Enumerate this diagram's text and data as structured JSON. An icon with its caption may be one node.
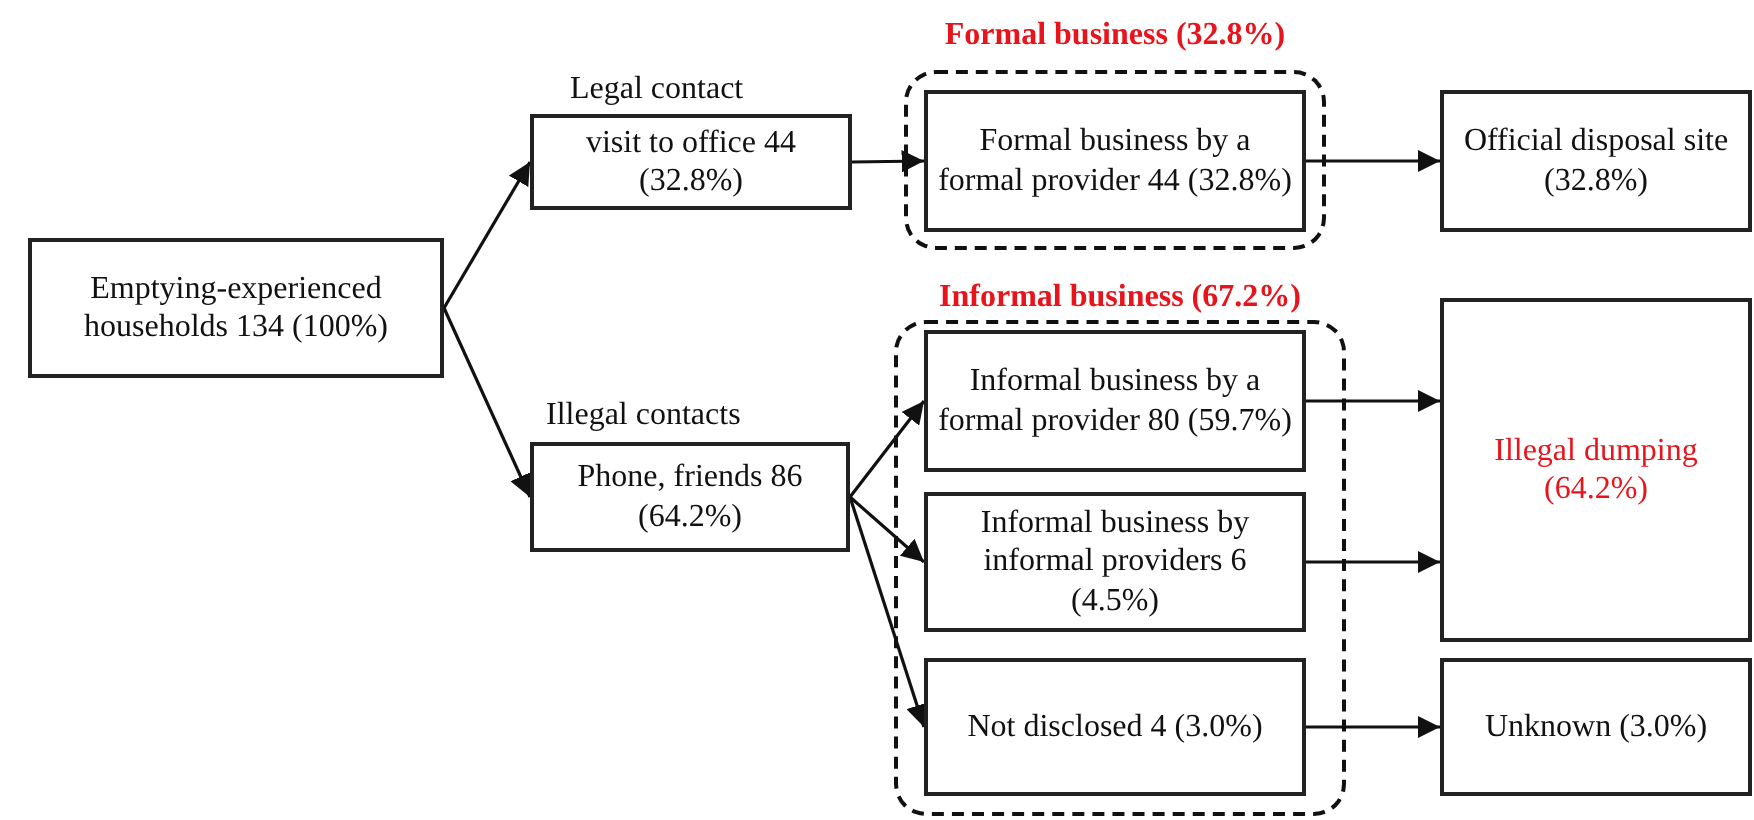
{
  "diagram": {
    "nodes": [
      {
        "text": [
          "Emptying-experienced households 134 (100%)"
        ]
      },
      {
        "text": [
          "Legal contact",
          "visit to office 44 (32.8%)"
        ]
      },
      {
        "text": [
          "Illegal contacts",
          "Phone, friends 86 (64.2%)"
        ]
      },
      {
        "text": [
          "Formal business (32.8%)"
        ]
      },
      {
        "text": [
          "Formal business by a formal provider 44 (32.8%)"
        ],
        "in": 3
      },
      {
        "text": [
          "Official disposal site (32.8%)"
        ]
      },
      {
        "text": [
          "Informal business (67.2%)"
        ]
      },
      {
        "text": [
          "Informal business by a formal provider 80 (59.7%)"
        ],
        "in": 6
      },
      {
        "text": [
          "Informal business by informal providers 6 (4.5%)"
        ],
        "in": 6
      },
      {
        "text": [
          "Not disclosed 4 (3.0%)"
        ],
        "in": 6
      },
      {
        "text": [
          "Illegal dumping (64.2%)"
        ]
      },
      {
        "text": [
          "Unknown (3.0%)"
        ]
      }
    ],
    "edges": [
      {
        "from": 0,
        "to": 1,
        "arrow": "to"
      },
      {
        "from": 0,
        "to": 2,
        "arrow": "to"
      },
      {
        "from": 1,
        "to": 4,
        "arrow": "to"
      },
      {
        "from": 4,
        "to": 5,
        "arrow": "to"
      },
      {
        "from": 2,
        "to": 7,
        "arrow": "to"
      },
      {
        "from": 2,
        "to": 8,
        "arrow": "to"
      },
      {
        "from": 2,
        "to": 9,
        "arrow": "to"
      },
      {
        "from": 7,
        "to": 10,
        "arrow": "to"
      },
      {
        "from": 8,
        "to": 10,
        "arrow": "to"
      },
      {
        "from": 9,
        "to": 11,
        "arrow": "to"
      }
    ]
  }
}
